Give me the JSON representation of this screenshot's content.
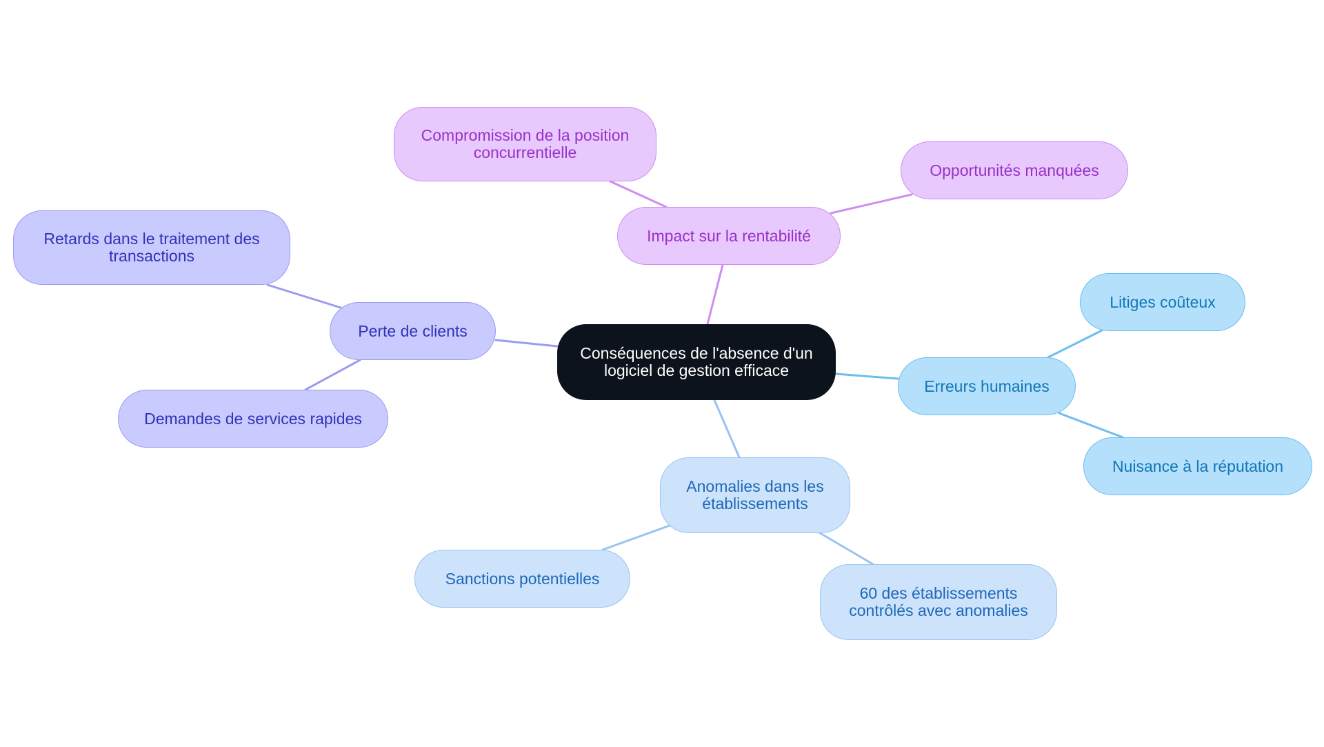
{
  "diagram": {
    "center": {
      "label": "Conséquences de l'absence d'un logiciel de gestion efficace",
      "color": "#0d131c"
    },
    "branches": [
      {
        "label": "Impact sur la rentabilité",
        "color": "#cc8ef0",
        "children": [
          "Compromission de la position concurrentielle",
          "Opportunités manquées"
        ]
      },
      {
        "label": "Perte de clients",
        "color": "#9b9bf0",
        "children": [
          "Retards dans le traitement des transactions",
          "Demandes de services rapides"
        ]
      },
      {
        "label": "Erreurs humaines",
        "color": "#6cbdf0",
        "children": [
          "Litiges coûteux",
          "Nuisance à la réputation"
        ]
      },
      {
        "label": "Anomalies dans les établissements",
        "color": "#98c4f0",
        "children": [
          "Sanctions potentielles",
          "60 des établissements contrôlés avec anomalies"
        ]
      }
    ]
  }
}
